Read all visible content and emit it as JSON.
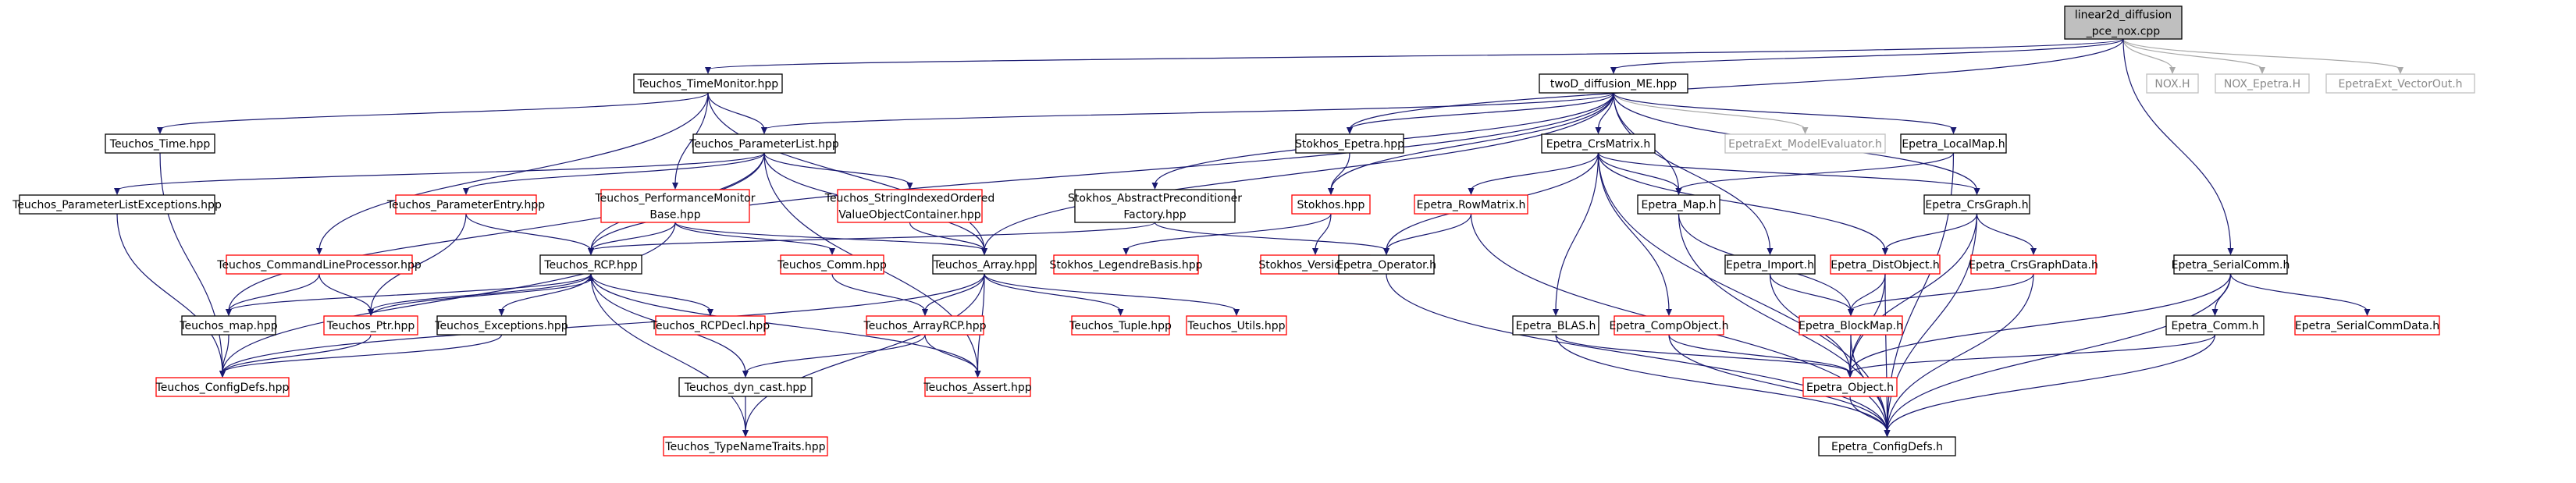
{
  "nodes": {
    "root_l1": "linear2d_diffusion",
    "root_l2": "_pce_nox.cpp",
    "timemonitor": "Teuchos_TimeMonitor.hpp",
    "twod": "twoD_diffusion_ME.hpp",
    "nox": "NOX.H",
    "nox_epetra": "NOX_Epetra.H",
    "epetraext_vectorout": "EpetraExt_VectorOut.h",
    "teuchos_time": "Teuchos_Time.hpp",
    "parameterlist": "Teuchos_ParameterList.hpp",
    "stokhos_epetra": "Stokhos_Epetra.hpp",
    "crsmatrix": "Epetra_CrsMatrix.h",
    "modelevaluator": "EpetraExt_ModelEvaluator.h",
    "localmap": "Epetra_LocalMap.h",
    "paramlist_exceptions": "Teuchos_ParameterListExceptions.hpp",
    "paramentry": "Teuchos_ParameterEntry.hpp",
    "perfmon_l1": "Teuchos_PerformanceMonitor",
    "perfmon_l2": "Base.hpp",
    "stringindexed_l1": "Teuchos_StringIndexedOrdered",
    "stringindexed_l2": "ValueObjectContainer.hpp",
    "abstractprecond_l1": "Stokhos_AbstractPreconditioner",
    "abstractprecond_l2": "Factory.hpp",
    "stokhos": "Stokhos.hpp",
    "rowmatrix": "Epetra_RowMatrix.h",
    "epetra_map": "Epetra_Map.h",
    "crsgraph": "Epetra_CrsGraph.h",
    "cmdline": "Teuchos_CommandLineProcessor.hpp",
    "rcp": "Teuchos_RCP.hpp",
    "teuchos_comm": "Teuchos_Comm.hpp",
    "teuchos_array": "Teuchos_Array.hpp",
    "legendre": "Stokhos_LegendreBasis.hpp",
    "stokhos_version": "Stokhos_Version.hpp",
    "operator": "Epetra_Operator.h",
    "epetra_import": "Epetra_Import.h",
    "distobject": "Epetra_DistObject.h",
    "crsgraphdata": "Epetra_CrsGraphData.h",
    "serialcomm": "Epetra_SerialComm.h",
    "teuchos_map": "Teuchos_map.hpp",
    "teuchos_ptr": "Teuchos_Ptr.hpp",
    "teuchos_exceptions": "Teuchos_Exceptions.hpp",
    "rcpdecl": "Teuchos_RCPDecl.hpp",
    "arrayrcp": "Teuchos_ArrayRCP.hpp",
    "teuchos_tuple": "Teuchos_Tuple.hpp",
    "teuchos_utils": "Teuchos_Utils.hpp",
    "blas": "Epetra_BLAS.h",
    "compobject": "Epetra_CompObject.h",
    "blockmap": "Epetra_BlockMap.h",
    "epetra_comm": "Epetra_Comm.h",
    "serialcommdata": "Epetra_SerialCommData.h",
    "configdefs": "Teuchos_ConfigDefs.hpp",
    "dyncast": "Teuchos_dyn_cast.hpp",
    "teuchos_assert": "Teuchos_Assert.hpp",
    "epetra_object": "Epetra_Object.h",
    "typenametraits": "Teuchos_TypeNameTraits.hpp",
    "epetra_configdefs": "Epetra_ConfigDefs.h"
  },
  "colors": {
    "edge": "#191970",
    "edge_dim": "#a9a9a9",
    "box_plain": "#000000",
    "box_truncated": "#ff0000",
    "box_external": "#bfbfbf",
    "root_fill": "#bfbfbf"
  }
}
